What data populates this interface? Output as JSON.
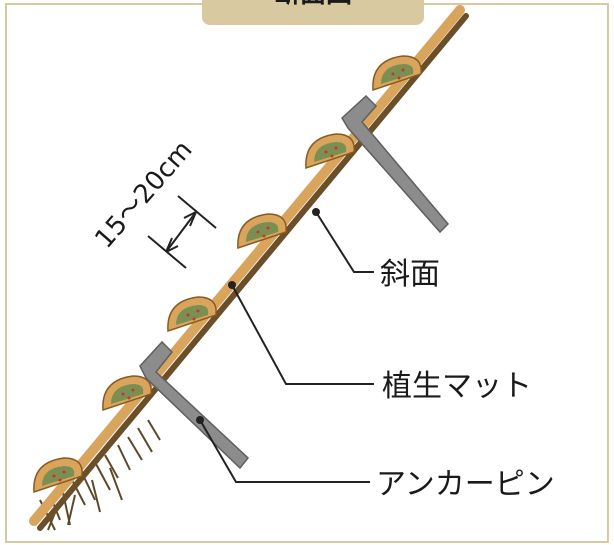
{
  "title_tab": {
    "text": "断面図"
  },
  "dimension": {
    "text": "15〜20cm"
  },
  "labels": {
    "slope": "斜面",
    "mat": "植生マット",
    "anchor_pin": "アンカーピン"
  },
  "colors": {
    "frame_border": "#d8c9a0",
    "title_tab_fill": "#d8c9a0",
    "slope_ground": "#6b4f2a",
    "mat_fill": "#d9a55d",
    "mat_stroke": "#8a5a20",
    "pocket_fill": "#7c8f52",
    "seed_dot": "#c0392b",
    "anchor_pin": "#8c8c8c",
    "roots": "#5a4a2a"
  }
}
